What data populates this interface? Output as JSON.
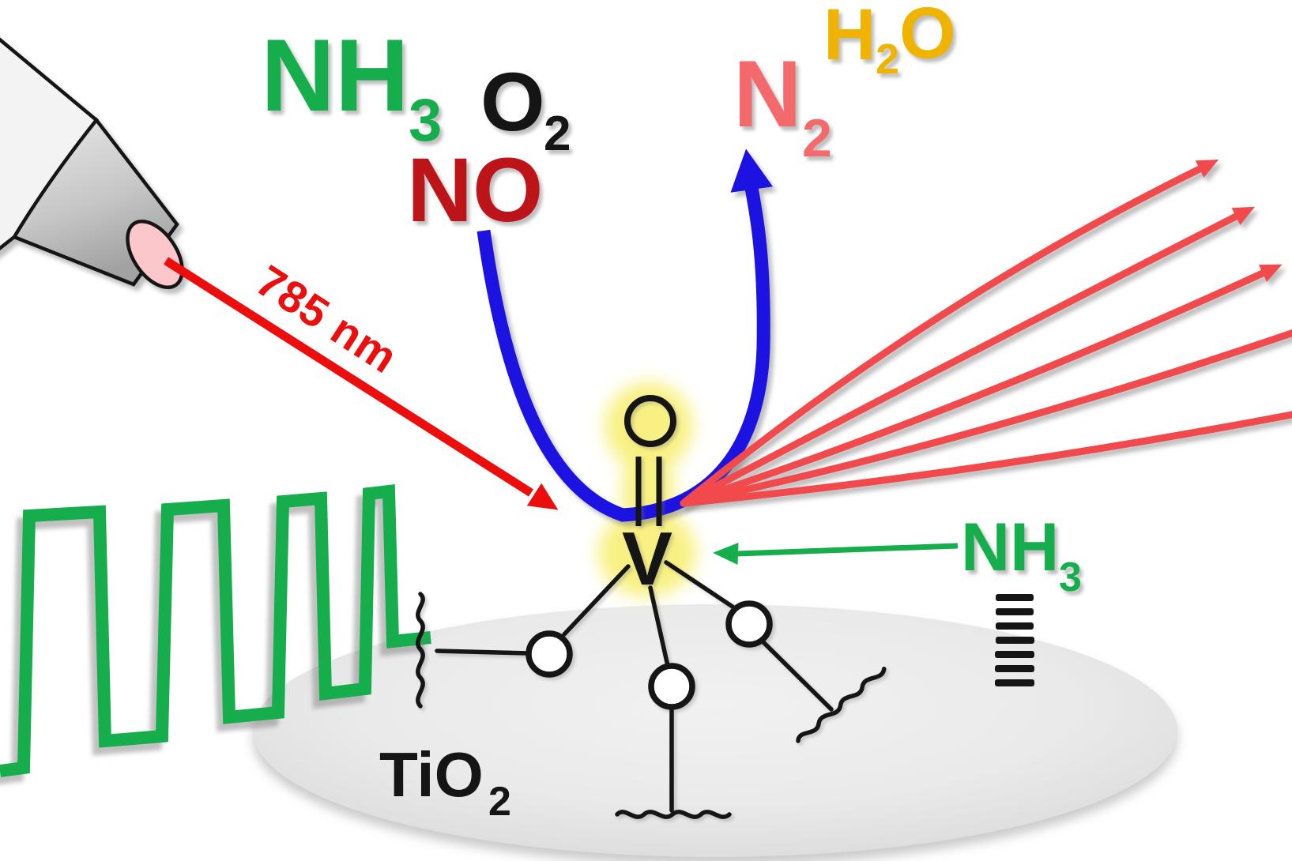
{
  "figure": {
    "top_reactants": {
      "nh3": {
        "main": "NH",
        "sub": "3"
      },
      "o2": {
        "main": "O",
        "sub": "2"
      },
      "no": "NO"
    },
    "products": {
      "n2": {
        "main": "N",
        "sub": "2"
      },
      "h2o": {
        "h": "H",
        "sub": "2",
        "o": "O"
      }
    },
    "laser": {
      "wavelength_label": "785 nm"
    },
    "active_site": {
      "oxo_oxygen": "O",
      "metal": "V"
    },
    "adsorbate": {
      "nh3": {
        "main": "NH",
        "sub": "3"
      }
    },
    "support": {
      "label_main": "TiO",
      "label_sub": "2"
    }
  },
  "colors": {
    "green": "#16ae4c",
    "laser-red": "#ec0d0d",
    "dark-red": "#bc1418",
    "salmon-text": "#f4696c",
    "ray-red": "#f2494d",
    "gold": "#f0b400",
    "blue": "#1c13e3",
    "glow-yellow": "#f8f07c",
    "disk-gray": "#e9e9e9",
    "ink": "#151515",
    "probe-pink": "#fbc7ca"
  }
}
